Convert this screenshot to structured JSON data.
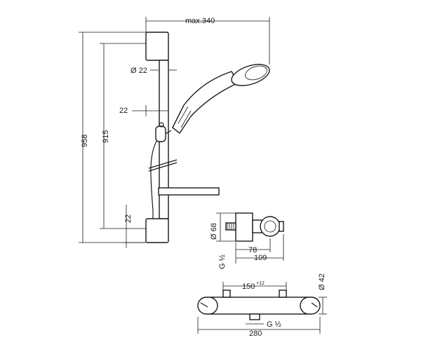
{
  "dimensions": {
    "max_reach": "max.340",
    "rail_diameter": "Ø 22",
    "offset_22": "22",
    "height_958": "958",
    "height_915": "915",
    "bottom_22": "22",
    "valve_diameter_68": "Ø 68",
    "valve_depth_78": "78",
    "valve_depth_109": "109",
    "thread_g_half_left": "G ½",
    "mixer_centres": "150",
    "mixer_centres_tolerance": "+12",
    "mixer_diameter": "Ø 42",
    "mixer_length": "280",
    "mixer_outlet_thread": "G ½"
  },
  "colors": {
    "line": "#1a1a1a",
    "background": "#ffffff"
  }
}
